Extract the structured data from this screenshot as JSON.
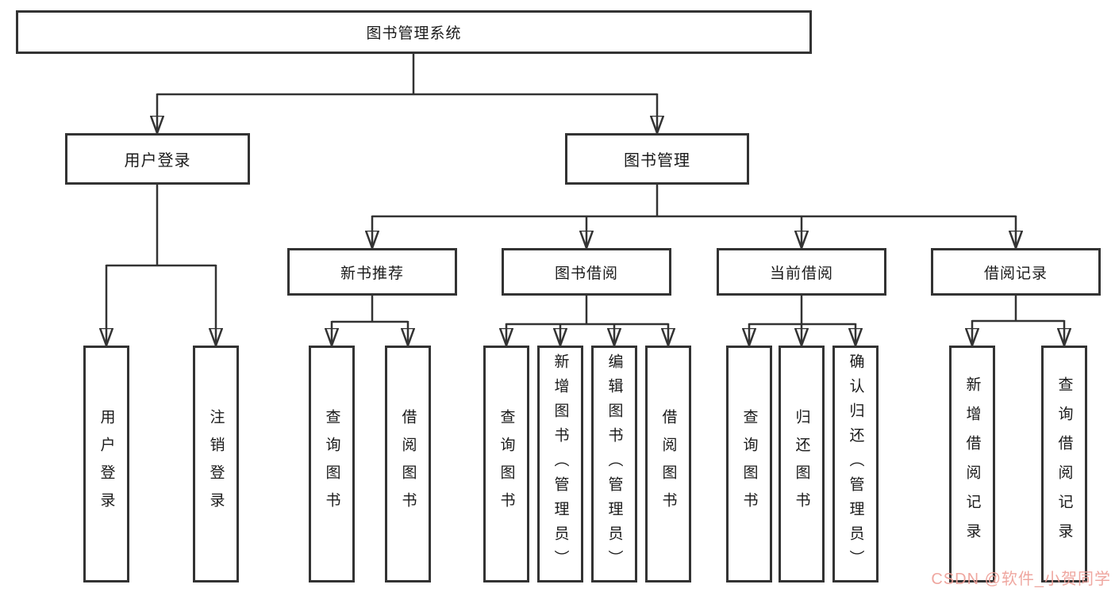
{
  "root": {
    "label": "图书管理系统"
  },
  "tree": {
    "user_login": {
      "label": "用户登录",
      "leaves": [
        "用户登录",
        "注销登录"
      ]
    },
    "book_management": {
      "label": "图书管理",
      "groups": [
        {
          "label": "新书推荐",
          "leaves": [
            "查询图书",
            "借阅图书"
          ]
        },
        {
          "label": "图书借阅",
          "leaves": [
            "查询图书",
            "新增图书（管理员）",
            "编辑图书（管理员）",
            "借阅图书"
          ]
        },
        {
          "label": "当前借阅",
          "leaves": [
            "查询图书",
            "归还图书",
            "确认归还（管理员）"
          ]
        },
        {
          "label": "借阅记录",
          "leaves": [
            "新增借阅记录",
            "查询借阅记录"
          ]
        }
      ]
    }
  },
  "watermark": {
    "text": "CSDN @软件_小贺同学",
    "color": "#eea098"
  },
  "colors": {
    "line": "#333333",
    "box_border": "#333333",
    "text": "#1a1a1a",
    "background": "#ffffff"
  }
}
